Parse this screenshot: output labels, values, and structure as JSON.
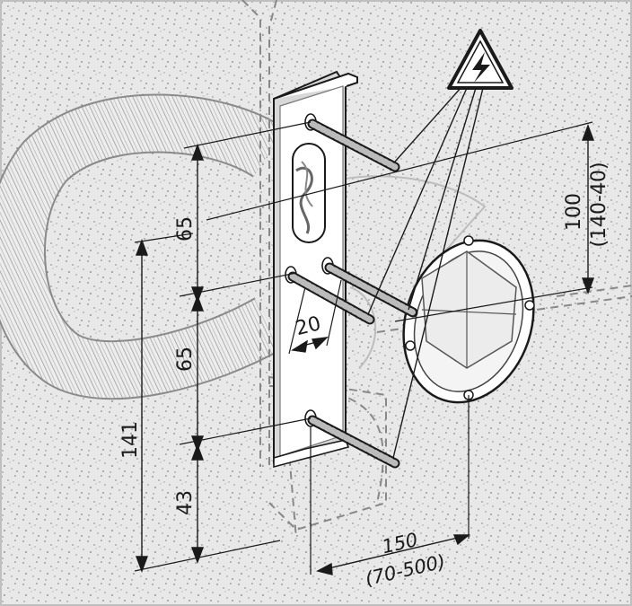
{
  "dimensions": {
    "hole_spacing_upper": "65",
    "hole_spacing_lower": "65",
    "bottom_offset": "43",
    "total_height": "141",
    "slot_width": "20",
    "box_offset_height": "100",
    "box_offset_height_range": "(140-40)",
    "box_distance": "150",
    "box_distance_range": "(70-500)"
  },
  "warning_sign": {
    "icon": "high-voltage-warning-icon"
  },
  "colors": {
    "background": "#e6e6e6",
    "line": "#1a1a1a",
    "white": "#ffffff",
    "hose": "#c8c8c8"
  }
}
